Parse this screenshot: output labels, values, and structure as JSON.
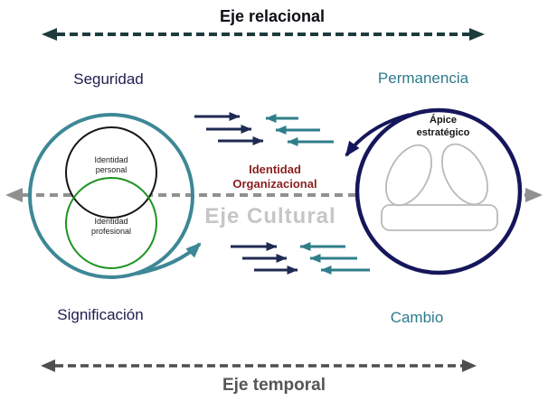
{
  "colors": {
    "navy": "#16165c",
    "navy_text": "#1d1d50",
    "navy_arrow": "#1f2a52",
    "teal": "#3e8796",
    "teal_text": "#2e7b8c",
    "teal_arrow": "#2f7e8a",
    "relational_axis": "#1e3b3e",
    "cultural_axis_line": "#909090",
    "temporal_axis": "#4f4f4f",
    "temporal_text": "#565656",
    "cultural_text": "#c6c6c6",
    "org_identity_text": "#8b1f1f",
    "green_circle": "#1e9321",
    "black_circle": "#161616",
    "inner_shapes": "#bababa",
    "title_text": "#0e0e14"
  },
  "axes": {
    "relational": "Eje relacional",
    "cultural": "Eje Cultural",
    "temporal": "Eje temporal"
  },
  "poles": {
    "top_left": "Seguridad",
    "top_right": "Permanencia",
    "bottom_left": "Significación",
    "bottom_right": "Cambio"
  },
  "center_label": "Identidad\nOrganizacional",
  "personal_identity_circle": {
    "inner_top_label": "Identidad\npersonal",
    "inner_bottom_label": "Identidad\nprofesional"
  },
  "organization_circle": {
    "apex_label": "Ápice\nestratégico"
  }
}
